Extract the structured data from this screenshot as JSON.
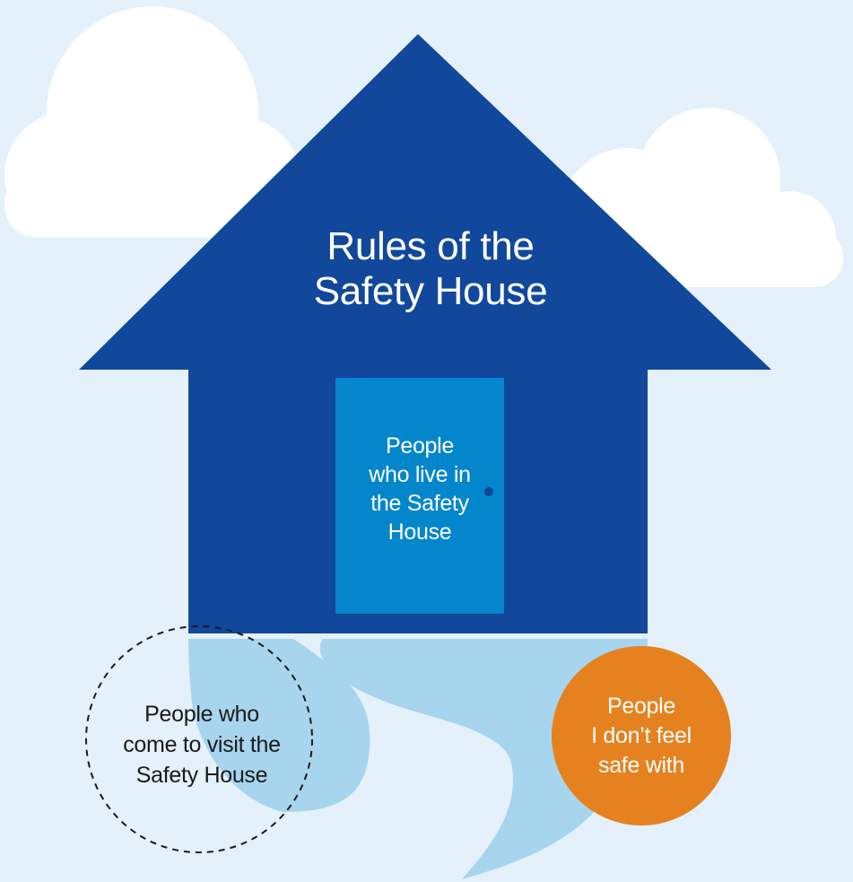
{
  "title": "Rules of the\nSafety House",
  "door": {
    "label": "People\nwho live in\nthe Safety\nHouse"
  },
  "visitors": {
    "label": "People who\ncome to visit the\nSafety House"
  },
  "unsafe": {
    "label": "People\nI don’t feel\nsafe with"
  },
  "colors": {
    "background": "#e4f1fa",
    "cloud": "#ffffff",
    "house": "#12489b",
    "door": "#0386cb",
    "door_knob": "#12489b",
    "path": "#a8d5ee",
    "visitors_circle_border": "#1a1a1a",
    "unsafe_circle": "#e5821f"
  }
}
